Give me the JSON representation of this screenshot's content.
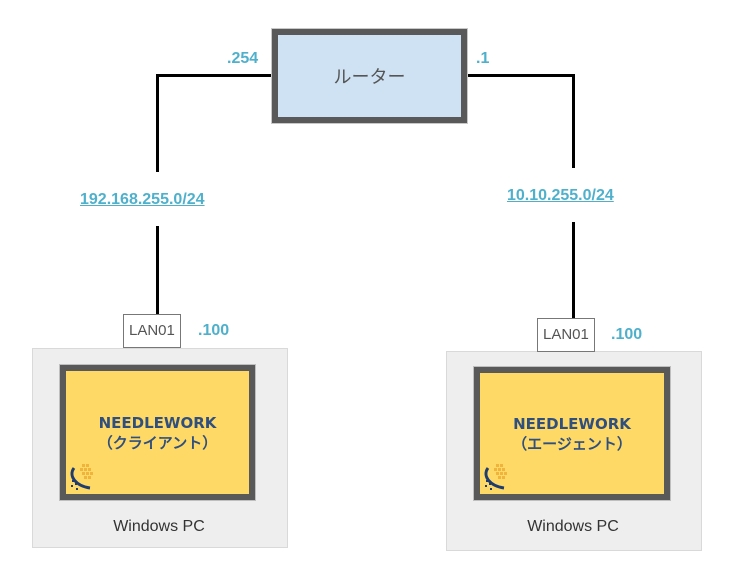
{
  "router": {
    "label": "ルーター",
    "left_ip": ".254",
    "right_ip": ".1"
  },
  "networks": {
    "left": {
      "subnet": "192.168.255.0/24"
    },
    "right": {
      "subnet": "10.10.255.0/24"
    }
  },
  "pcs": [
    {
      "interface": "LAN01",
      "ip": ".100",
      "title": "NEEDLEWORK",
      "role": "（クライアント）",
      "host_label": "Windows PC",
      "logo_icon": "needlework-logo-icon"
    },
    {
      "interface": "LAN01",
      "ip": ".100",
      "title": "NEEDLEWORK",
      "role": "（エージェント）",
      "host_label": "Windows PC",
      "logo_icon": "needlework-logo-icon"
    }
  ],
  "colors": {
    "router_fill": "#cfe2f3",
    "box_border": "#595959",
    "app_fill": "#ffd966",
    "ip_text": "#4fb0cc",
    "host_fill": "#eeeeee",
    "app_text": "#2f4f7f"
  }
}
